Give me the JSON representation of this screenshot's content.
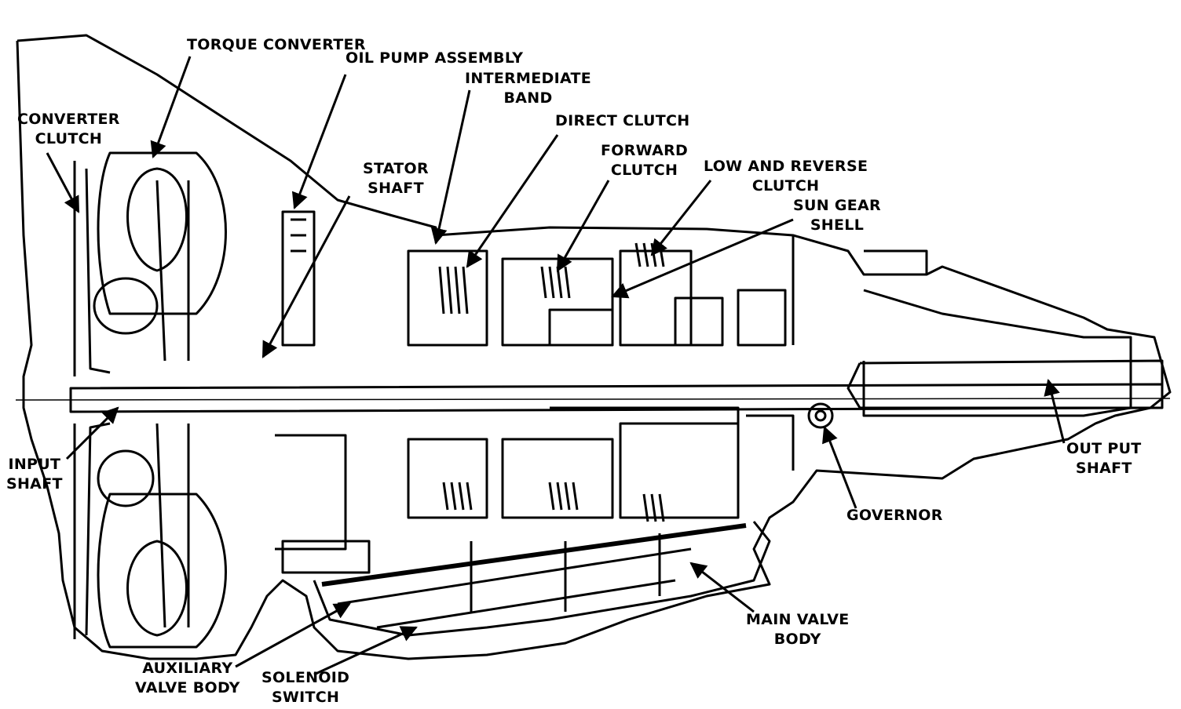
{
  "labels": {
    "torque_converter": "TORQUE CONVERTER",
    "oil_pump_assembly": "OIL PUMP ASSEMBLY",
    "intermediate_band": [
      "INTERMEDIATE",
      "BAND"
    ],
    "direct_clutch": "DIRECT CLUTCH",
    "forward_clutch": [
      "FORWARD",
      "CLUTCH"
    ],
    "low_and_reverse_clutch": [
      "LOW AND REVERSE",
      "CLUTCH"
    ],
    "sun_gear_shell": [
      "SUN GEAR",
      "SHELL"
    ],
    "converter_clutch": [
      "CONVERTER",
      "CLUTCH"
    ],
    "stator_shaft": [
      "STATOR",
      "SHAFT"
    ],
    "input_shaft": [
      "INPUT",
      "SHAFT"
    ],
    "out_put_shaft": [
      "OUT PUT",
      "SHAFT"
    ],
    "governor": "GOVERNOR",
    "main_valve_body": [
      "MAIN VALVE",
      "BODY"
    ],
    "auxiliary_valve_body": [
      "AUXILIARY",
      "VALVE BODY"
    ],
    "solenoid_switch": [
      "SOLENOID",
      "SWITCH"
    ]
  },
  "colors": {
    "ink": "#000000",
    "paper": "#ffffff"
  }
}
